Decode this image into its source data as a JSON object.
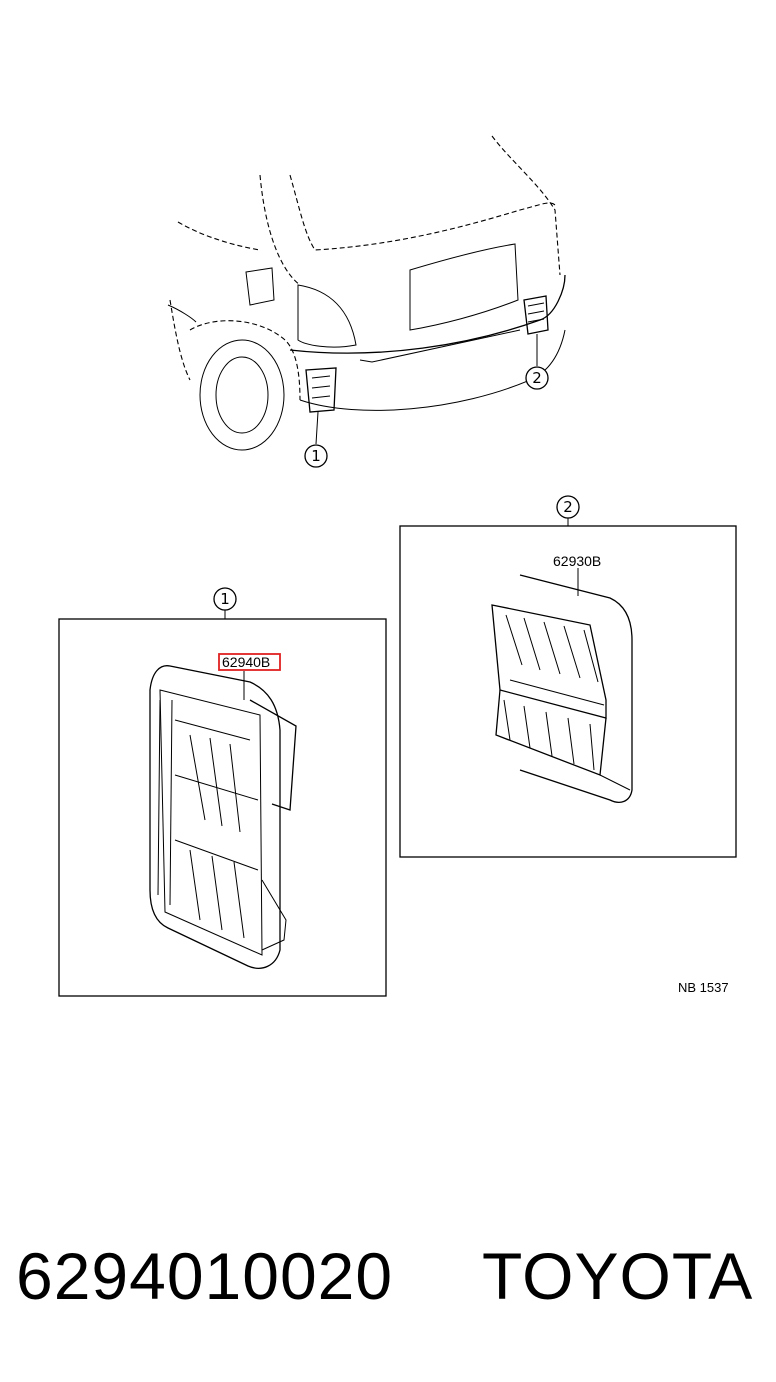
{
  "diagram": {
    "callouts": [
      "1",
      "2",
      "1",
      "2"
    ],
    "parts": {
      "part1_code": "62940B",
      "part2_code": "62930B"
    },
    "reference_code": "NB 1537",
    "highlight_color": "#e02020"
  },
  "footer": {
    "part_number": "6294010020",
    "brand": "TOYOTA"
  }
}
